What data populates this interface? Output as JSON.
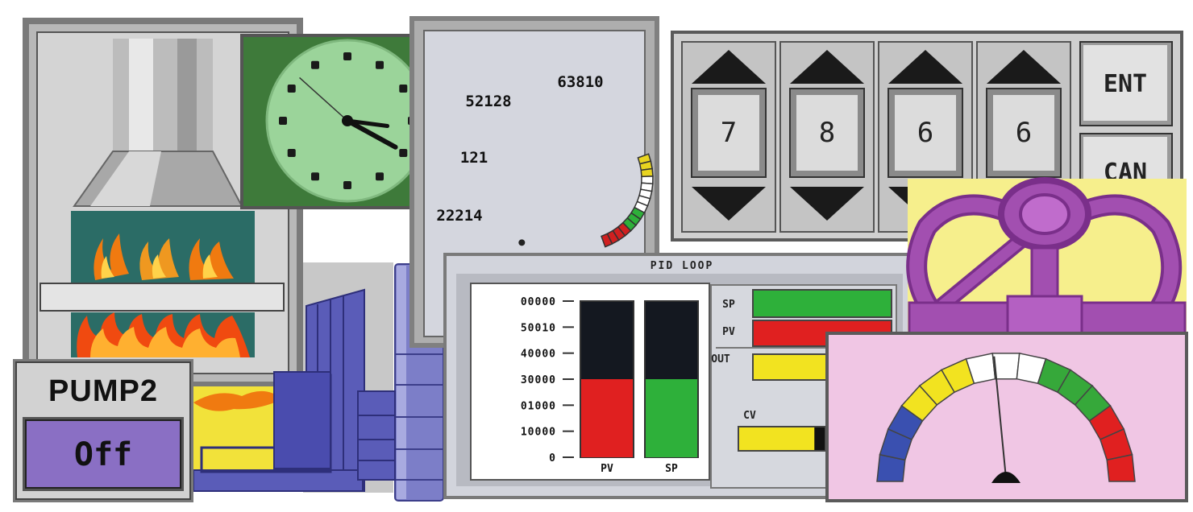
{
  "pump": {
    "title": "PUMP2",
    "state": "Off",
    "state_color": "#8a6fc4"
  },
  "clock": {
    "face_color": "#9bd49a",
    "bezel_color": "#3e7a3a",
    "hour": 3,
    "minute": 15,
    "second": 52
  },
  "arc_gauge": {
    "labels": [
      "63810",
      "52128",
      "121",
      "22214"
    ],
    "needle_value": 0.62
  },
  "keypad": {
    "digits": [
      "7",
      "8",
      "6",
      "6"
    ],
    "enter_label": "ENT",
    "cancel_label": "CAN"
  },
  "bar_panel": {
    "title": "PID LOOP",
    "scale_labels": [
      "00000",
      "50010",
      "40000",
      "30000",
      "01000",
      "10000",
      "0"
    ],
    "bars": [
      {
        "label": "PV",
        "value": 0.5,
        "color": "#e02020"
      },
      {
        "label": "SP",
        "value": 0.5,
        "color": "#2eb03a"
      }
    ],
    "side_labels": {
      "sp": "SP",
      "pv": "PV",
      "out": "OUT",
      "cv": "CV"
    },
    "horizontal_levels": {
      "sp": 1.0,
      "pv": 1.0,
      "out": 0.95,
      "cv": 0.88
    },
    "colors": {
      "green": "#2eb03a",
      "red": "#e02020",
      "yellow": "#f2e320"
    }
  },
  "dial_gauge": {
    "needle_value": 0.47,
    "background": "#f0c6e4",
    "segments": [
      "#3a50b0",
      "#f2e320",
      "#ffffff",
      "#36a83a",
      "#e02020"
    ]
  },
  "valve": {
    "background": "#f6ef8c",
    "pipe_color": "#a24fb0"
  },
  "colors": {
    "accent_gray": "#c8c8c8",
    "dark_gray": "#6a6a6a",
    "tank_blue": "#5a5cb8"
  }
}
